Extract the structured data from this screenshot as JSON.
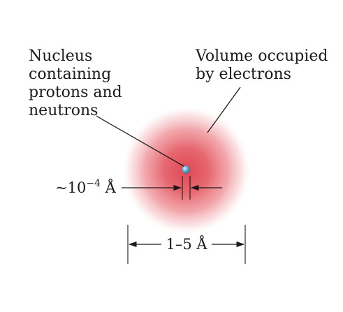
{
  "labels": {
    "nucleus": [
      "Nucleus",
      "containing",
      "protons and",
      "neutrons"
    ],
    "cloud": [
      "Volume occupied",
      "by electrons"
    ],
    "nucleus_size": {
      "prefix": "~10",
      "exponent": "−4",
      "unit": " Å"
    },
    "atom_size": "1–5 Å"
  },
  "colors": {
    "cloud_center": "#e04b54",
    "cloud_edge": "#fbe9ea",
    "nucleus": "#5aa6cc",
    "lines": "#1a1a1a"
  }
}
